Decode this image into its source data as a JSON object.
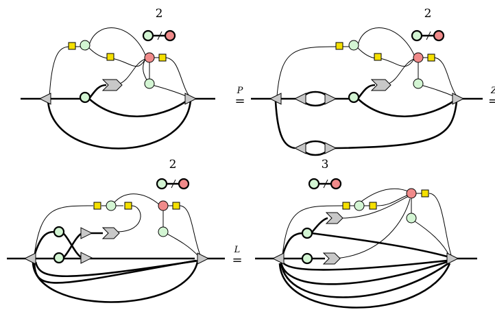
{
  "panels": [
    {
      "id": "top-left",
      "count": "2"
    },
    {
      "id": "top-right",
      "count": "2"
    },
    {
      "id": "bottom-left",
      "count": "2"
    },
    {
      "id": "bottom-right",
      "count": "3"
    }
  ],
  "relations": [
    {
      "symbol": "=",
      "label": "P"
    },
    {
      "symbol": "=",
      "label": "Z"
    },
    {
      "symbol": "=",
      "label": "L"
    }
  ],
  "colors": {
    "green_node": "#d3f5d3",
    "red_node": "#f08a8a",
    "yellow_box": "#f5e000",
    "gray_shape": "#c8c8c8"
  }
}
